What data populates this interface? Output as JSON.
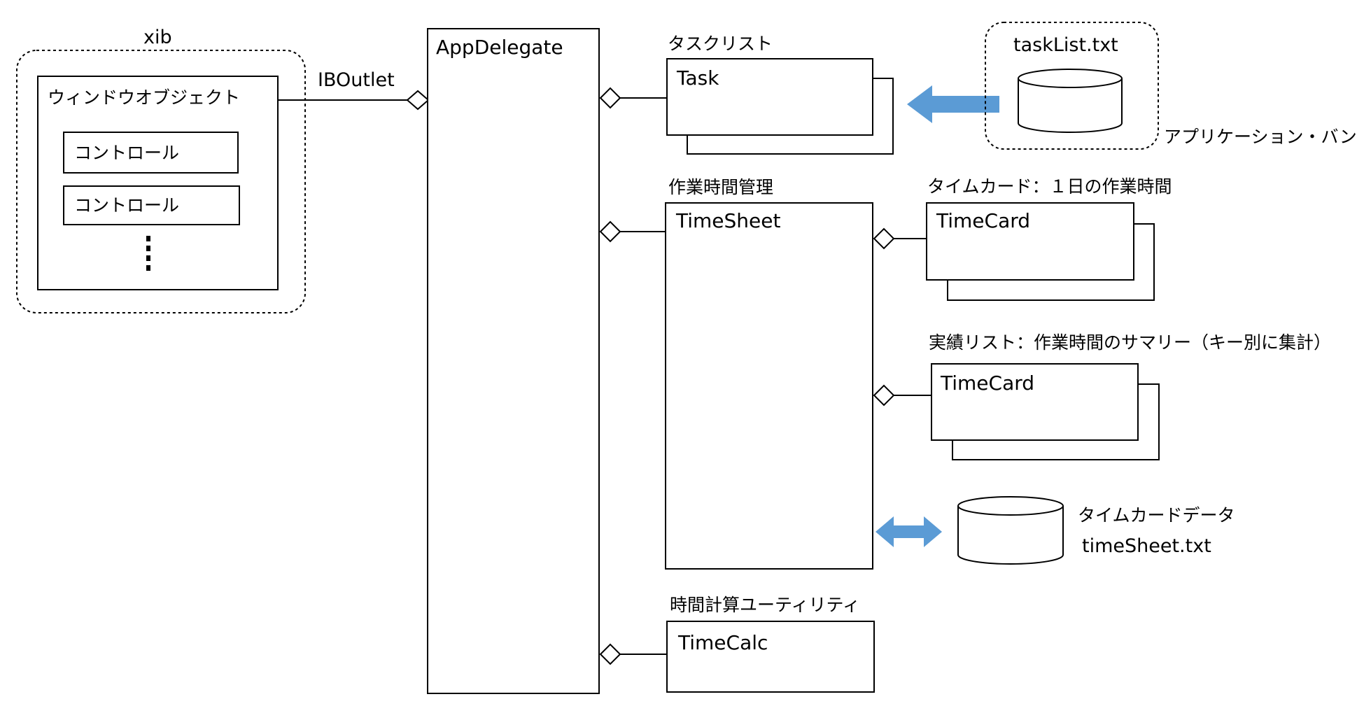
{
  "xib": {
    "title": "xib",
    "window_object": "ウィンドウオブジェクト",
    "controls": [
      "コントロール",
      "コントロール"
    ]
  },
  "iboutlet_label": "IBOutlet",
  "app_delegate": "AppDelegate",
  "task_list": {
    "caption": "タスクリスト",
    "box_label": "Task"
  },
  "bundle": {
    "file": "taskList.txt",
    "caption": "アプリケーション・バンドル"
  },
  "time_sheet": {
    "caption": "作業時間管理",
    "box_label": "TimeSheet"
  },
  "time_card_daily": {
    "caption": "タイムカード：１日の作業時間",
    "box_label": "TimeCard"
  },
  "time_card_summary": {
    "caption": "実績リスト：作業時間のサマリー（キー別に集計）",
    "box_label": "TimeCard"
  },
  "time_card_data": {
    "caption": "タイムカードデータ",
    "file": "timeSheet.txt"
  },
  "time_calc": {
    "caption": "時間計算ユーティリティ",
    "box_label": "TimeCalc"
  },
  "colors": {
    "arrow": "#5b9bd5",
    "line": "#000000"
  }
}
